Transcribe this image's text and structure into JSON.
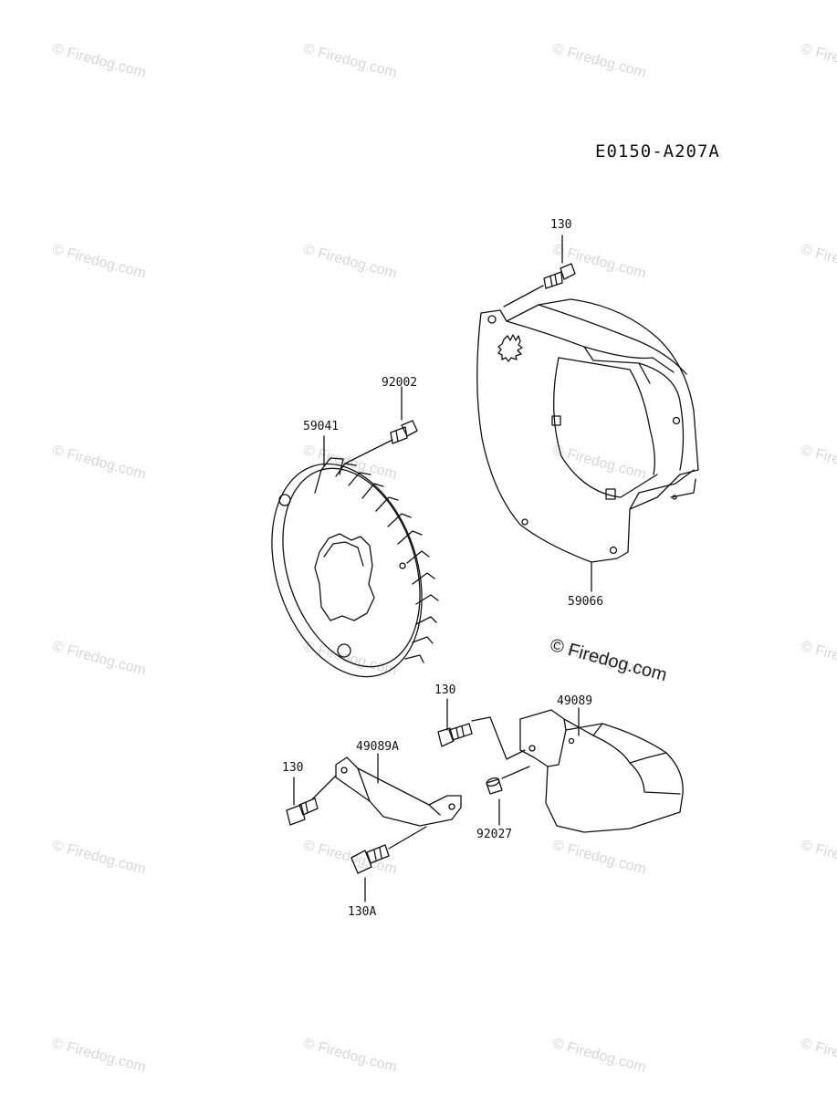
{
  "diagram_code": "E0150-A207A",
  "watermark": "© Firedog.com",
  "copyright": "© Firedog.com",
  "parts": [
    {
      "id": "bolt-top-130",
      "label": "130"
    },
    {
      "id": "screw-92002",
      "label": "92002"
    },
    {
      "id": "fan-59041",
      "label": "59041"
    },
    {
      "id": "housing-59066",
      "label": "59066"
    },
    {
      "id": "cover-49089",
      "label": "49089"
    },
    {
      "id": "bolt-mid-130",
      "label": "130"
    },
    {
      "id": "bracket-49089A",
      "label": "49089A"
    },
    {
      "id": "bolt-left-130",
      "label": "130"
    },
    {
      "id": "collar-92027",
      "label": "92027"
    },
    {
      "id": "bolt-130A",
      "label": "130A"
    }
  ]
}
